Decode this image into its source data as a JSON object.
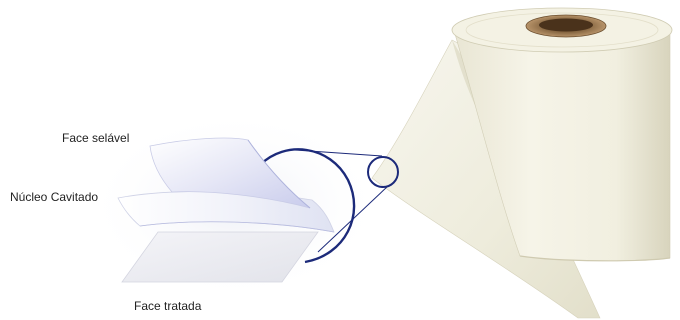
{
  "labels": {
    "sealable_face": "Face selável",
    "cavitated_core": "Núcleo Cavitado",
    "treated_face": "Face tratada"
  },
  "colors": {
    "background": "#ffffff",
    "film": "#f3f1e3",
    "film_shadow": "#d9d6c2",
    "core_tube": "#8a6a45",
    "callout": "#1c2a7a",
    "layer_tint": "#c9ccec"
  },
  "icons": {
    "roll": "film-roll-illustration",
    "layers": "film-layer-stack"
  }
}
